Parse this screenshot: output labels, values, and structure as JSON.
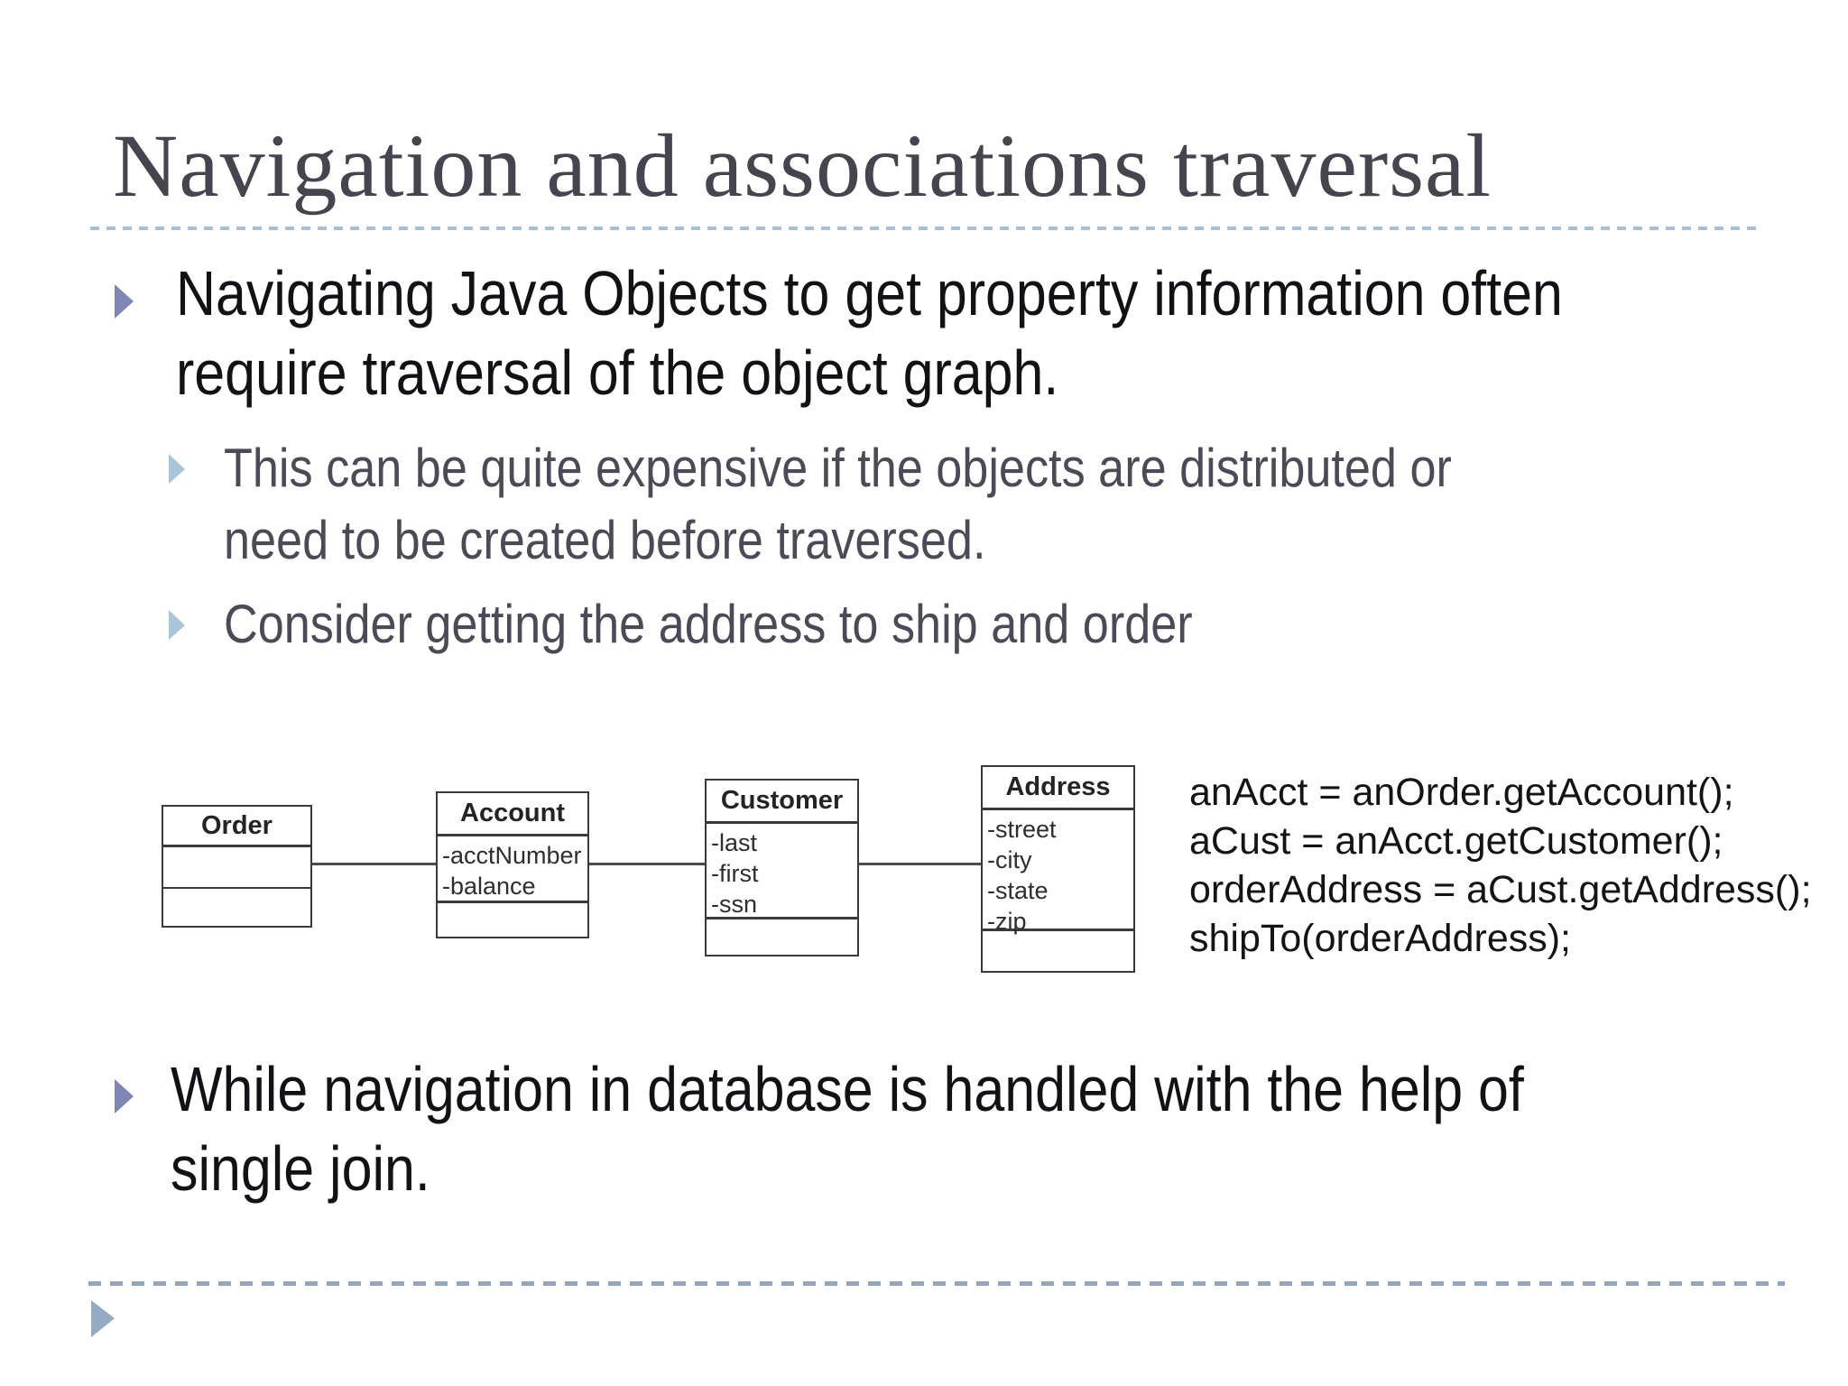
{
  "slide": {
    "title": "Navigation and associations traversal",
    "bullet1": {
      "line1": "Navigating Java Objects to get property information often",
      "line2": "require traversal of the object graph."
    },
    "sub_bullets": [
      {
        "line1": "This can be quite expensive if the objects are distributed or",
        "line2": "need to be created before traversed."
      },
      {
        "line1": "Consider getting the address to ship and order"
      }
    ],
    "bottom_bullet": {
      "line1": "While navigation in database is handled with the help of",
      "line2": "single join."
    }
  },
  "diagram": {
    "classes": [
      {
        "name": "Order",
        "attributes": []
      },
      {
        "name": "Account",
        "attributes": [
          "-acctNumber",
          "-balance"
        ]
      },
      {
        "name": "Customer",
        "attributes": [
          "-last",
          "-first",
          "-ssn"
        ]
      },
      {
        "name": "Address",
        "attributes": [
          "-street",
          "-city",
          "-state",
          "-zip"
        ]
      }
    ]
  },
  "code": {
    "lines": [
      "anAcct = anOrder.getAccount();",
      "aCust = anAcct.getCustomer();",
      "orderAddress = aCust.getAddress();",
      "shipTo(orderAddress);"
    ]
  },
  "colors": {
    "title_text": "#45454f",
    "body_text": "#121216",
    "sub_text": "#4b4b57",
    "bullet_arrow": "#7f86b6",
    "sub_bullet_arrow": "#a8c5db",
    "footer_arrow": "#93abc3",
    "divider_top": "#a9bfd3",
    "divider_bottom": "#93a6ba"
  }
}
